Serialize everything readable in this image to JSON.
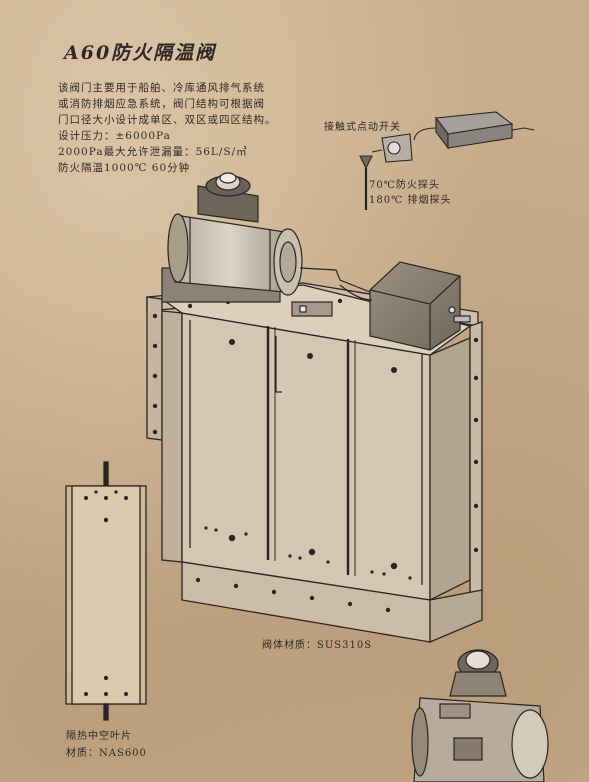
{
  "title": "A60防火隔温阀",
  "intro": {
    "line1": "该阀门主要用于船舶、冷库通风排气系统",
    "line2": "或消防排烟应急系统，阀门结构可根据阀",
    "line3": "门口径大小设计成单区、双区或四区结构。",
    "line4": "设计压力：±6000Pa",
    "line5": "2000Pa最大允许泄漏量：56L/S/㎡",
    "line6": "防火隔温1000℃ 60分钟"
  },
  "switch_label": "接触式点动开关",
  "probe_label_1": "70℃防火探头",
  "probe_label_2": "180℃  排烟探头",
  "body_material": "阀体材质：SUS310S",
  "blade_label": "隔热中空叶片",
  "blade_material": "材质：NAS600"
}
